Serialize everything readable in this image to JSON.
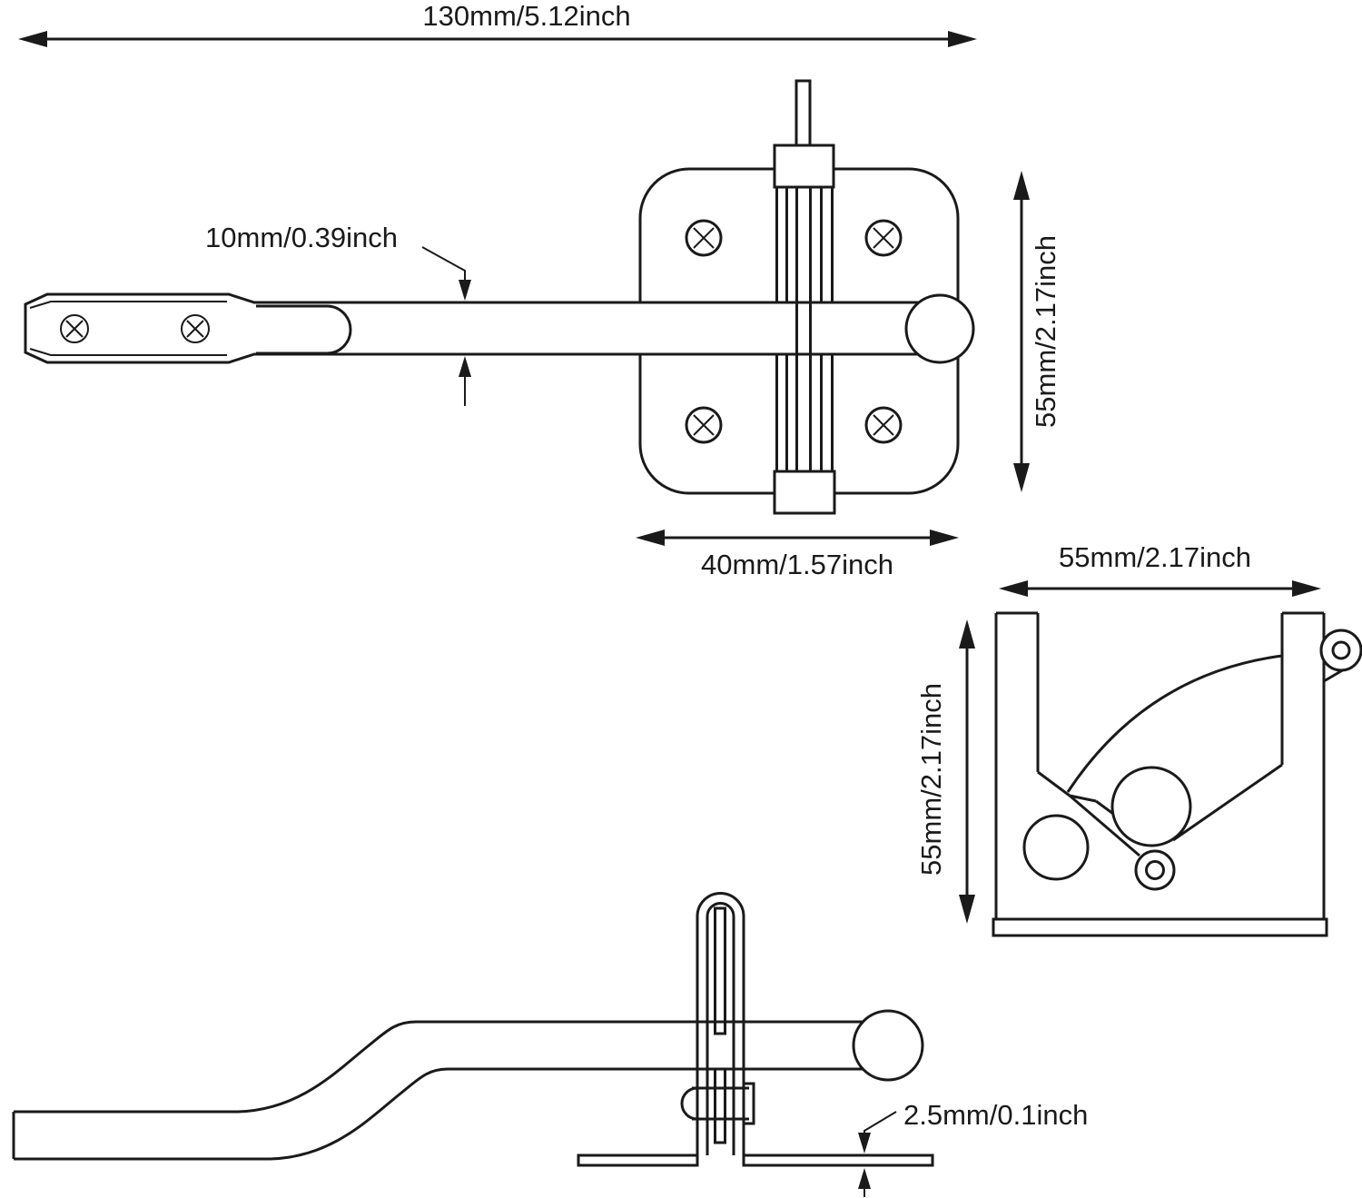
{
  "colors": {
    "line": "#1a1a1a",
    "background": "#ffffff"
  },
  "dimensions": {
    "overall_length": "130mm/5.12inch",
    "arm_thickness": "10mm/0.39inch",
    "plate_height": "55mm/2.17inch",
    "plate_width": "40mm/1.57inch",
    "bracket_width": "55mm/2.17inch",
    "bracket_height": "55mm/2.17inch",
    "base_plate_thickness": "2.5mm/0.1inch"
  }
}
